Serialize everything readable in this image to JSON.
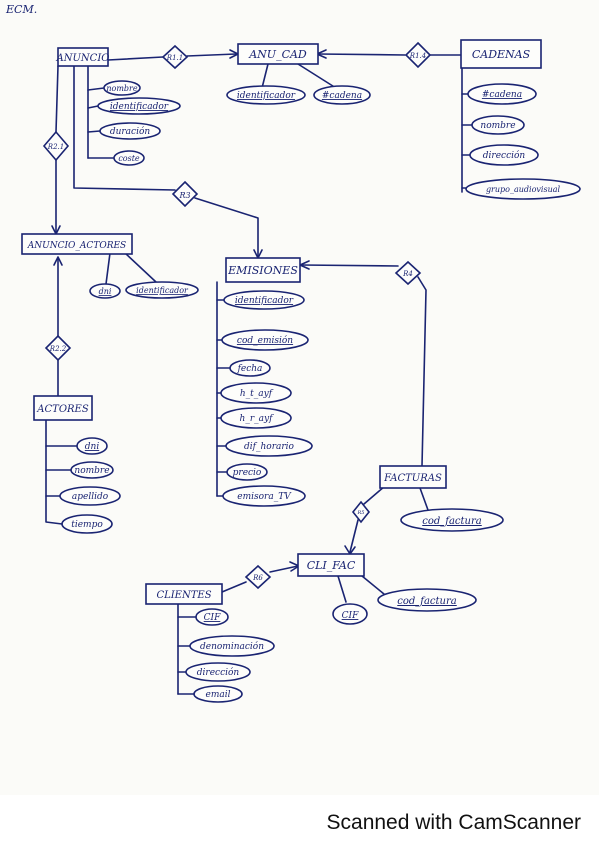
{
  "header_note": "ECM.",
  "footer": {
    "watermark": "Scanned with CamScanner"
  },
  "diagram": {
    "entities": {
      "anuncio": "ANUNCIO",
      "anu_cad": "ANU_CAD",
      "cadenas": "CADENAS",
      "anuncio_actores": "ANUNCIO_ACTORES",
      "emisiones": "EMISIONES",
      "actores": "ACTORES",
      "facturas": "FACTURAS",
      "cli_fac": "CLI_FAC",
      "clientes": "CLIENTES"
    },
    "relations": {
      "r11": "R1.1",
      "r14": "R1.4",
      "r21": "R2.1",
      "r22": "R2.2",
      "r3": "R3",
      "r4": "R4",
      "r5": "R5",
      "r6": "R6"
    },
    "attributes": {
      "anuncio": [
        "nombre",
        "identificador",
        "duración",
        "coste"
      ],
      "anu_cad": [
        "identificador",
        "#cadena"
      ],
      "cadenas": [
        "#cadena",
        "nombre",
        "dirección",
        "grupo_audiovisual"
      ],
      "anuncio_actores": [
        "dni",
        "identificador"
      ],
      "emisiones": [
        "identificador",
        "cod_emisión",
        "fecha",
        "h_t_ayf",
        "h_r_ayf",
        "dif_horario",
        "precio",
        "emisora_TV"
      ],
      "actores": [
        "dni",
        "nombre",
        "apellido",
        "tiempo"
      ],
      "facturas": [
        "cod_factura"
      ],
      "cli_fac": [
        "CIF",
        "cod_factura"
      ],
      "clientes": [
        "CIF",
        "denominación",
        "dirección",
        "email"
      ]
    }
  }
}
